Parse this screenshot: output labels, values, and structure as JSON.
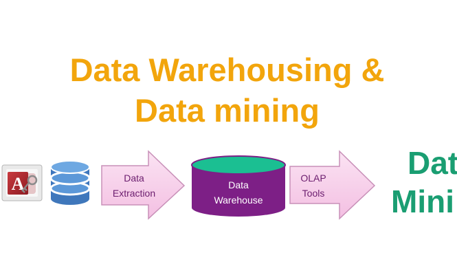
{
  "title": {
    "line1": "Data Warehousing &",
    "line2": "Data mining",
    "color": "#f2a50c"
  },
  "flow": {
    "arrow1": {
      "line1": "Data",
      "line2": "Extraction"
    },
    "warehouse": {
      "line1": "Data",
      "line2": "Warehouse"
    },
    "arrow2": {
      "line1": "OLAP",
      "line2": "Tools"
    },
    "result": {
      "line1": "Dat",
      "line2": "Mini",
      "color": "#1a9e72"
    }
  },
  "colors": {
    "arrow_fill": "#f7cdea",
    "arrow_stroke": "#c890b8",
    "cylinder_body": "#7d1f86",
    "cylinder_top": "#1bbf92",
    "database_icon": "#4a84c8",
    "access_icon": "#a4262c"
  },
  "icons": [
    "access-app-icon",
    "database-icon"
  ]
}
